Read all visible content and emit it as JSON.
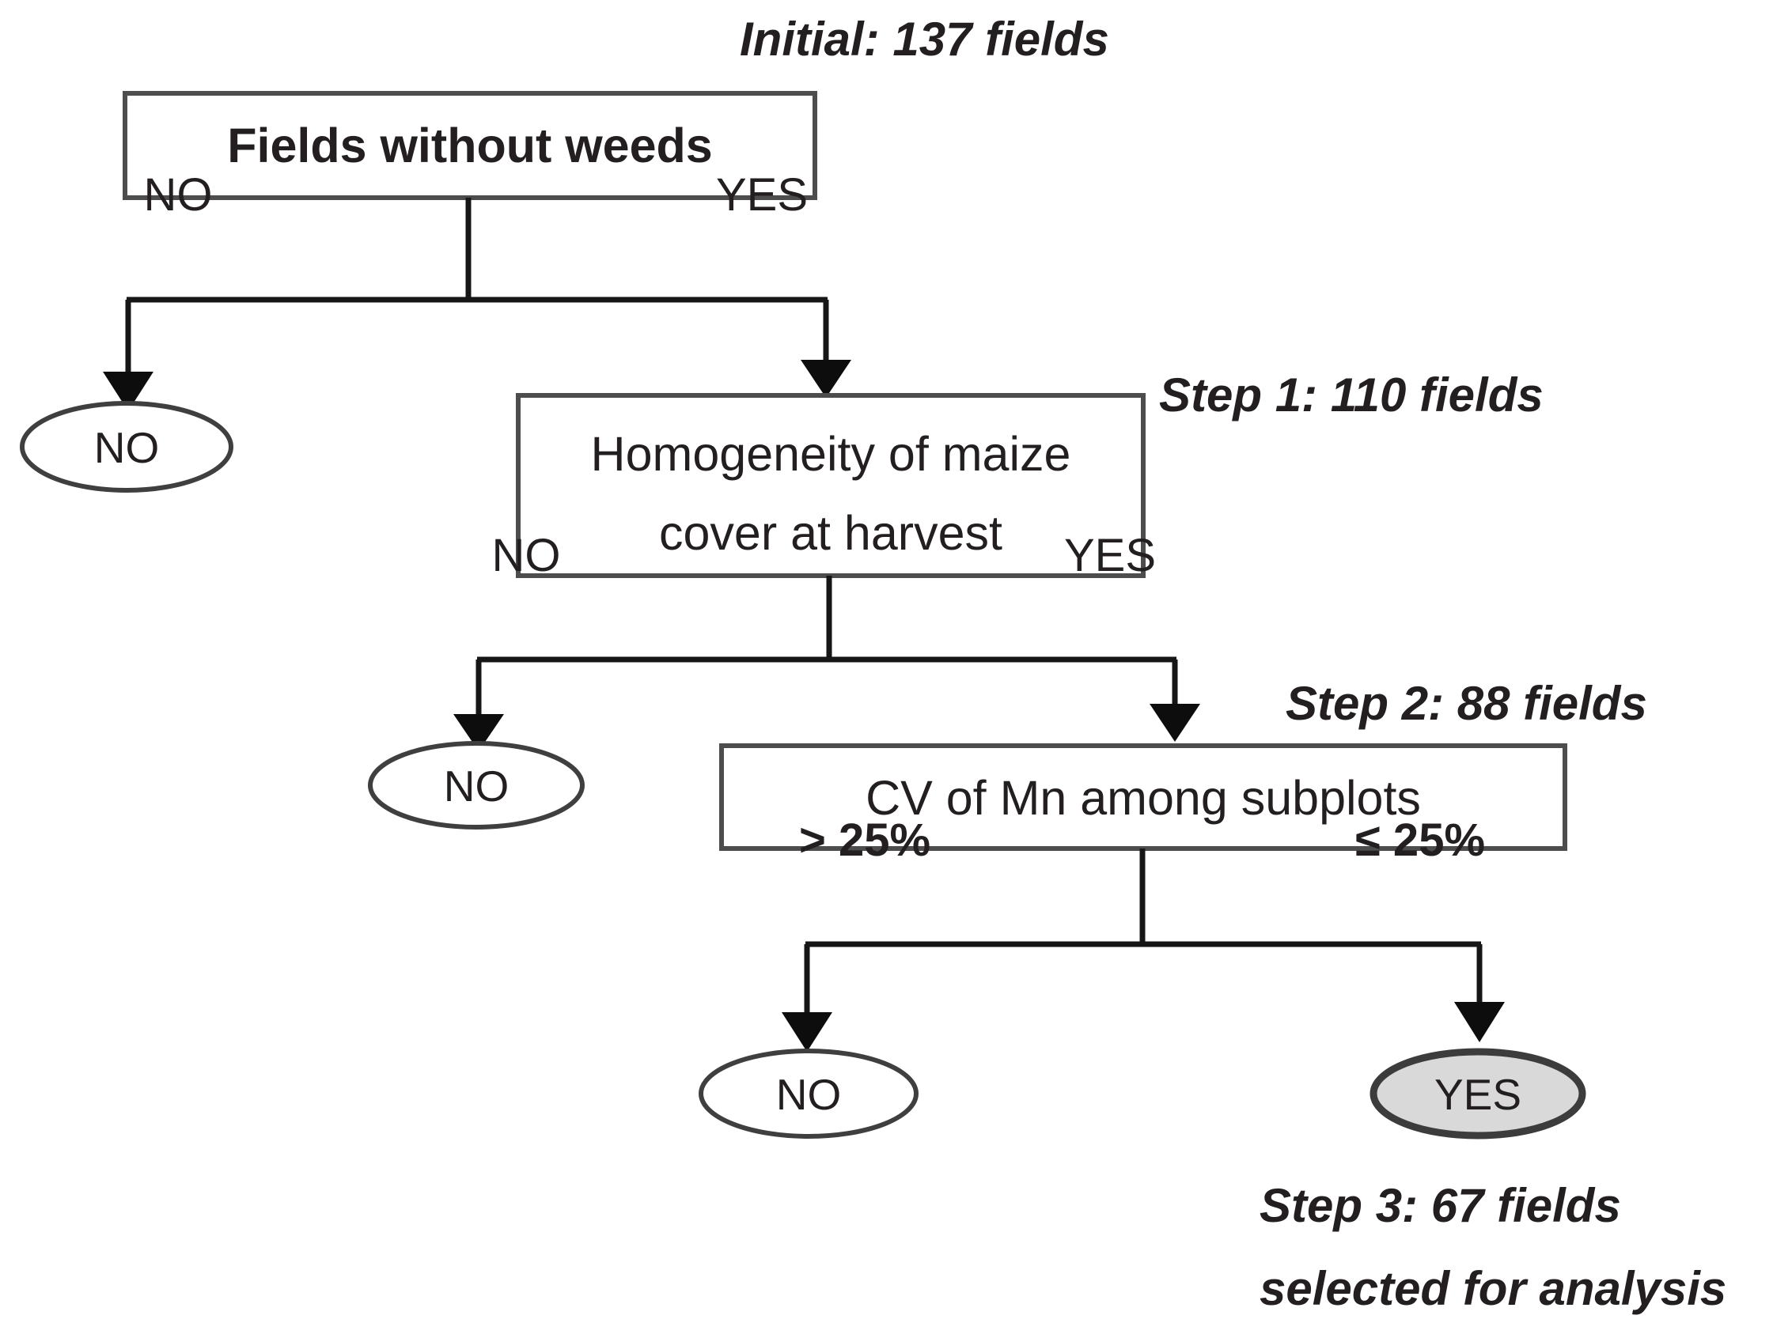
{
  "diagram": {
    "title_annotation": "Initial: 137 fields",
    "background_color": "#ffffff",
    "line_color": "#161616",
    "box_border_color": "#4d4d4d",
    "highlight_fill": "#d9d9d9",
    "annotations": [
      {
        "id": "initial",
        "text": "Initial: 137 fields"
      },
      {
        "id": "step1",
        "text": "Step 1: 110 fields"
      },
      {
        "id": "step2",
        "text": "Step 2: 88 fields"
      },
      {
        "id": "step3_line1",
        "text": "Step 3: 67 fields"
      },
      {
        "id": "step3_line2",
        "text": "selected for analysis"
      }
    ],
    "nodes": [
      {
        "id": "decision-weeds",
        "type": "process-box",
        "lines": [
          "Fields without weeds"
        ],
        "bold": true
      },
      {
        "id": "decision-homogeneity",
        "type": "process-box",
        "lines": [
          "Homogeneity of maize",
          "cover at harvest"
        ],
        "bold": false
      },
      {
        "id": "decision-cv",
        "type": "process-box",
        "lines": [
          "CV of Mn among subplots"
        ],
        "bold": false
      },
      {
        "id": "terminal-no-1",
        "type": "terminal-ellipse",
        "label": "NO",
        "fill": "white"
      },
      {
        "id": "terminal-no-2",
        "type": "terminal-ellipse",
        "label": "NO",
        "fill": "white"
      },
      {
        "id": "terminal-no-3",
        "type": "terminal-ellipse",
        "label": "NO",
        "fill": "white"
      },
      {
        "id": "terminal-yes",
        "type": "terminal-ellipse",
        "label": "YES",
        "fill": "gray"
      }
    ],
    "edges": [
      {
        "id": "weeds-no",
        "label": "NO",
        "from": "decision-weeds",
        "to": "terminal-no-1"
      },
      {
        "id": "weeds-yes",
        "label": "YES",
        "from": "decision-weeds",
        "to": "decision-homogeneity"
      },
      {
        "id": "homogeneity-no",
        "label": "NO",
        "from": "decision-homogeneity",
        "to": "terminal-no-2"
      },
      {
        "id": "homogeneity-yes",
        "label": "YES",
        "from": "decision-homogeneity",
        "to": "decision-cv"
      },
      {
        "id": "cv-gt",
        "label": "> 25%",
        "from": "decision-cv",
        "to": "terminal-no-3"
      },
      {
        "id": "cv-le",
        "label": "≤ 25%",
        "from": "decision-cv",
        "to": "terminal-yes"
      }
    ]
  }
}
